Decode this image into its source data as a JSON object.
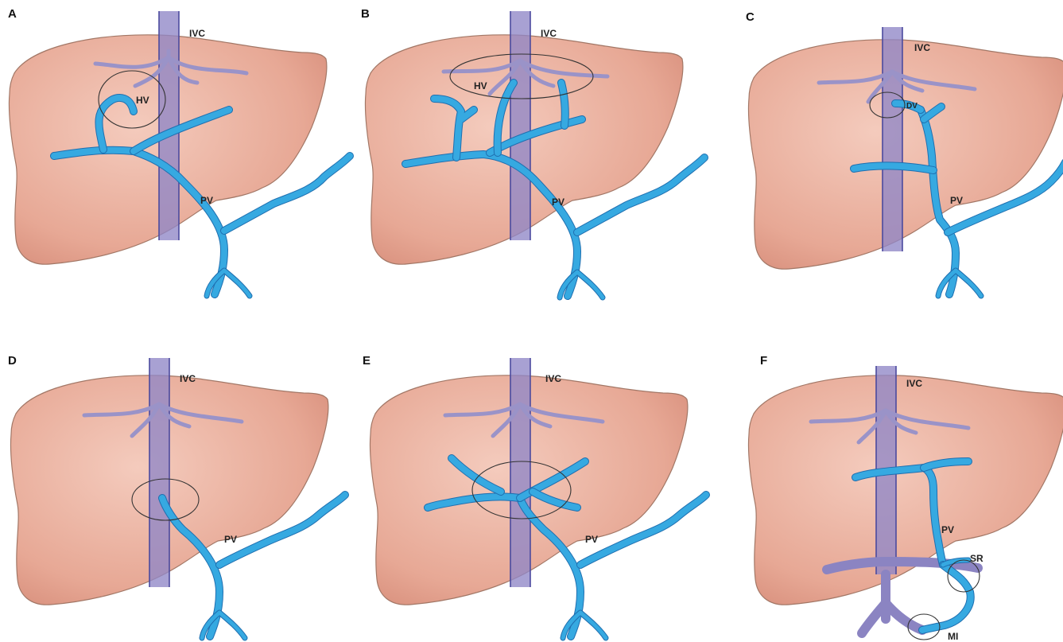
{
  "figure": {
    "panels": [
      {
        "letter": "A",
        "labels": {
          "ivc": "IVC",
          "hv": "HV",
          "pv": "PV"
        }
      },
      {
        "letter": "B",
        "labels": {
          "ivc": "IVC",
          "hv": "HV",
          "pv": "PV"
        }
      },
      {
        "letter": "C",
        "labels": {
          "ivc": "IVC",
          "dv": "DV",
          "pv": "PV"
        }
      },
      {
        "letter": "D",
        "labels": {
          "ivc": "IVC",
          "pv": "PV"
        }
      },
      {
        "letter": "E",
        "labels": {
          "ivc": "IVC",
          "pv": "PV"
        }
      },
      {
        "letter": "F",
        "labels": {
          "ivc": "IVC",
          "pv": "PV",
          "sr": "SR",
          "mi": "MI"
        }
      }
    ]
  },
  "colors": {
    "liver_light": "#f2c1b1",
    "liver_dark": "#d98f7c",
    "ivc": "#8f86c6",
    "hepatic_vein": "#9a93c8",
    "portal_vein": "#36a9e1"
  }
}
